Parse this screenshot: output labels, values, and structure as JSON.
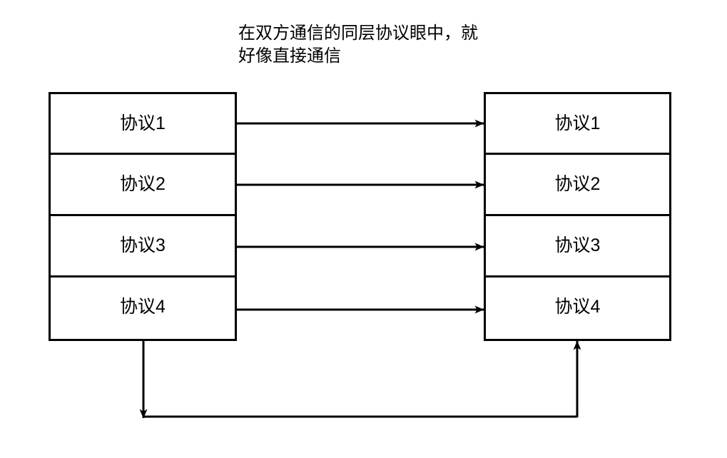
{
  "diagram": {
    "caption": "在双方通信的同层协议眼中，就\n好像直接通信",
    "caption_line1": "在双方通信的同层协议眼中，就",
    "caption_line2": "好像直接通信",
    "background_color": "#ffffff",
    "stroke_color": "#000000",
    "text_color": "#000000",
    "left_stack": {
      "name": "左侧协议栈",
      "layers": [
        {
          "label": "协议1"
        },
        {
          "label": "协议2"
        },
        {
          "label": "协议3"
        },
        {
          "label": "协议4"
        }
      ]
    },
    "right_stack": {
      "name": "右侧协议栈",
      "layers": [
        {
          "label": "协议1"
        },
        {
          "label": "协议2"
        },
        {
          "label": "协议3"
        },
        {
          "label": "协议4"
        }
      ]
    },
    "peer_arrows": [
      {
        "from_layer": "协议1",
        "to_layer": "协议1",
        "label": ""
      },
      {
        "from_layer": "协议2",
        "to_layer": "协议2",
        "label": ""
      },
      {
        "from_layer": "协议3",
        "to_layer": "协议3",
        "label": ""
      },
      {
        "from_layer": "协议4",
        "to_layer": "协议4",
        "label": ""
      }
    ],
    "physical_path": {
      "description": "从左侧协议栈底部向下、向右、再向上进入右侧协议栈底部",
      "label": ""
    }
  }
}
